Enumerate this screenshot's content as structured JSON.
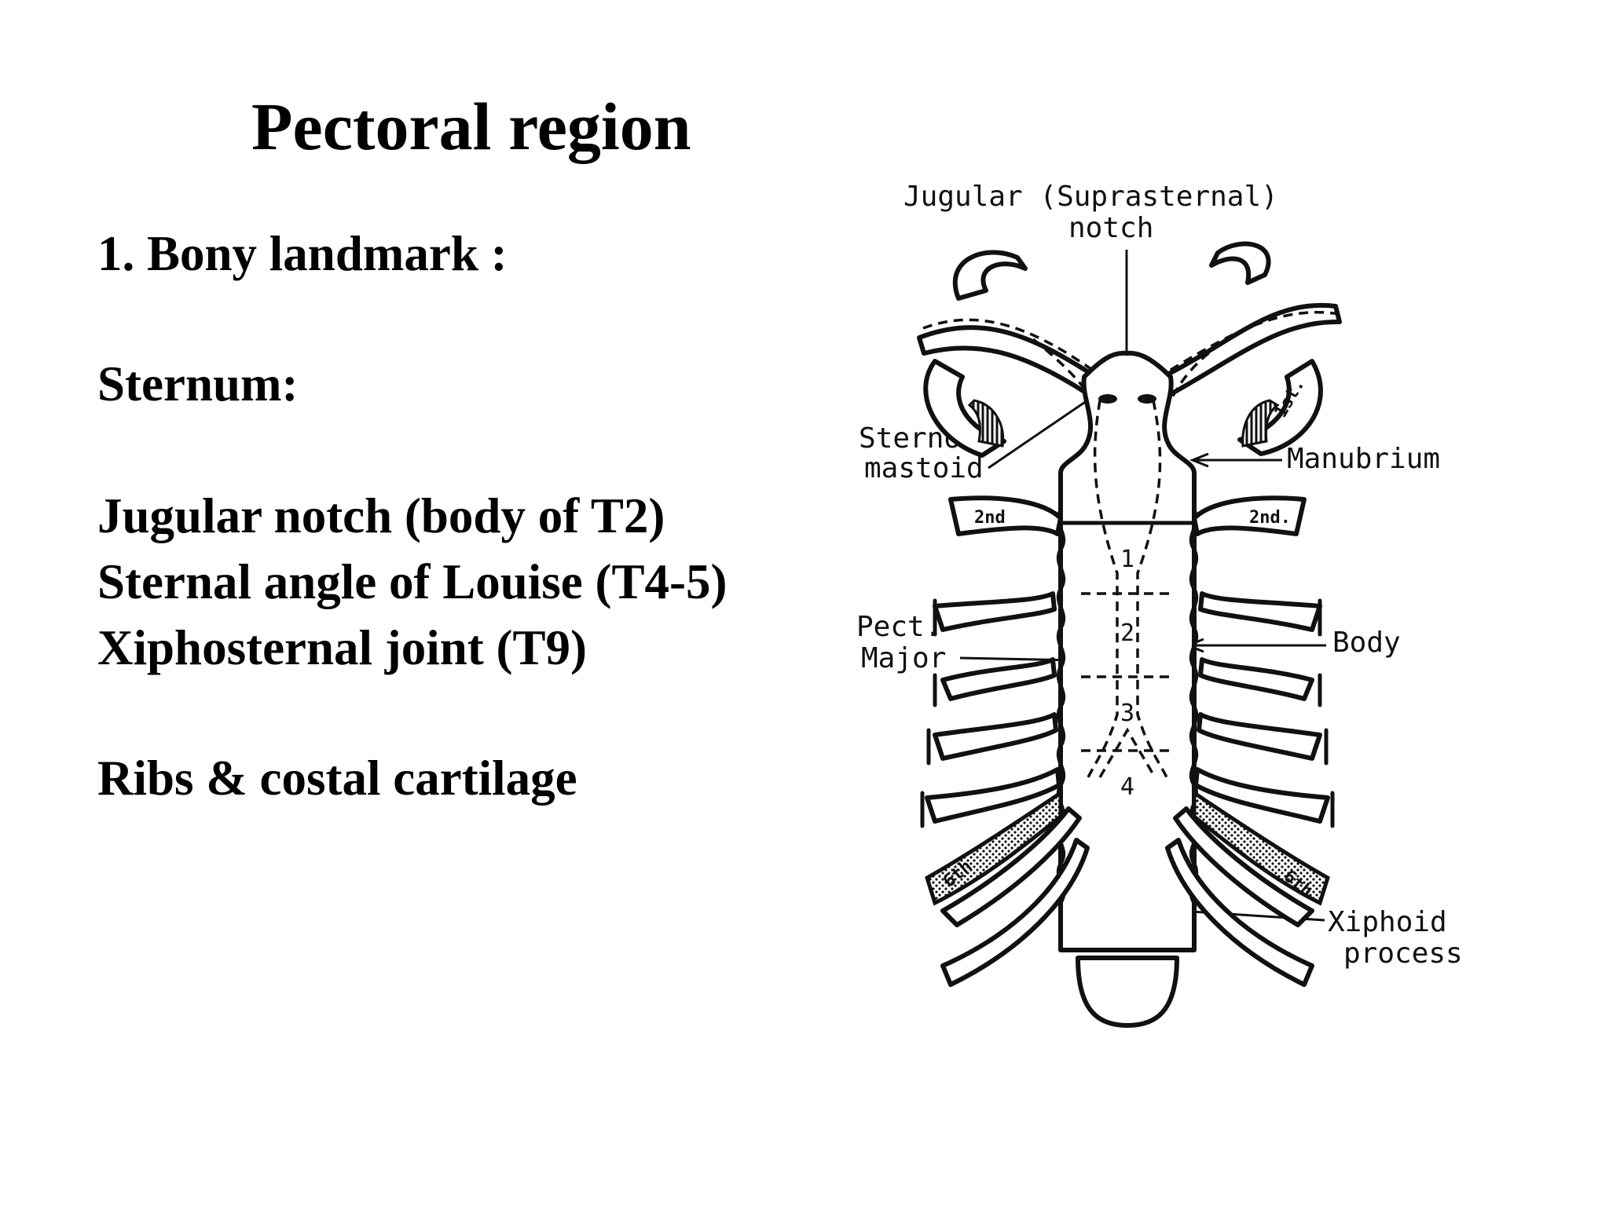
{
  "slide": {
    "title": "Pectoral region",
    "lines": [
      "1. Bony landmark :",
      "Sternum:",
      "Jugular notch (body of T2)",
      "Sternal angle of Louise (T4-5)",
      "Xiphosternal joint (T9)",
      "Ribs & costal cartilage"
    ]
  },
  "diagram": {
    "labels": {
      "jugular_1": "Jugular (Suprasternal)",
      "jugular_2": "notch",
      "sterno_1": "Sterno-",
      "sterno_2": "mastoid",
      "manubrium": "Manubrium",
      "pect_1": "Pect.",
      "pect_2": "Major",
      "body": "Body",
      "xiphoid_1": "Xiphoid",
      "xiphoid_2": "process"
    },
    "rib_tags": {
      "first": "1st.",
      "second_left": "2nd",
      "second_right": "2nd.",
      "sixth_left": "6th",
      "sixth_right": "6th"
    },
    "segment_numbers": [
      "1",
      "2",
      "3",
      "4"
    ]
  }
}
